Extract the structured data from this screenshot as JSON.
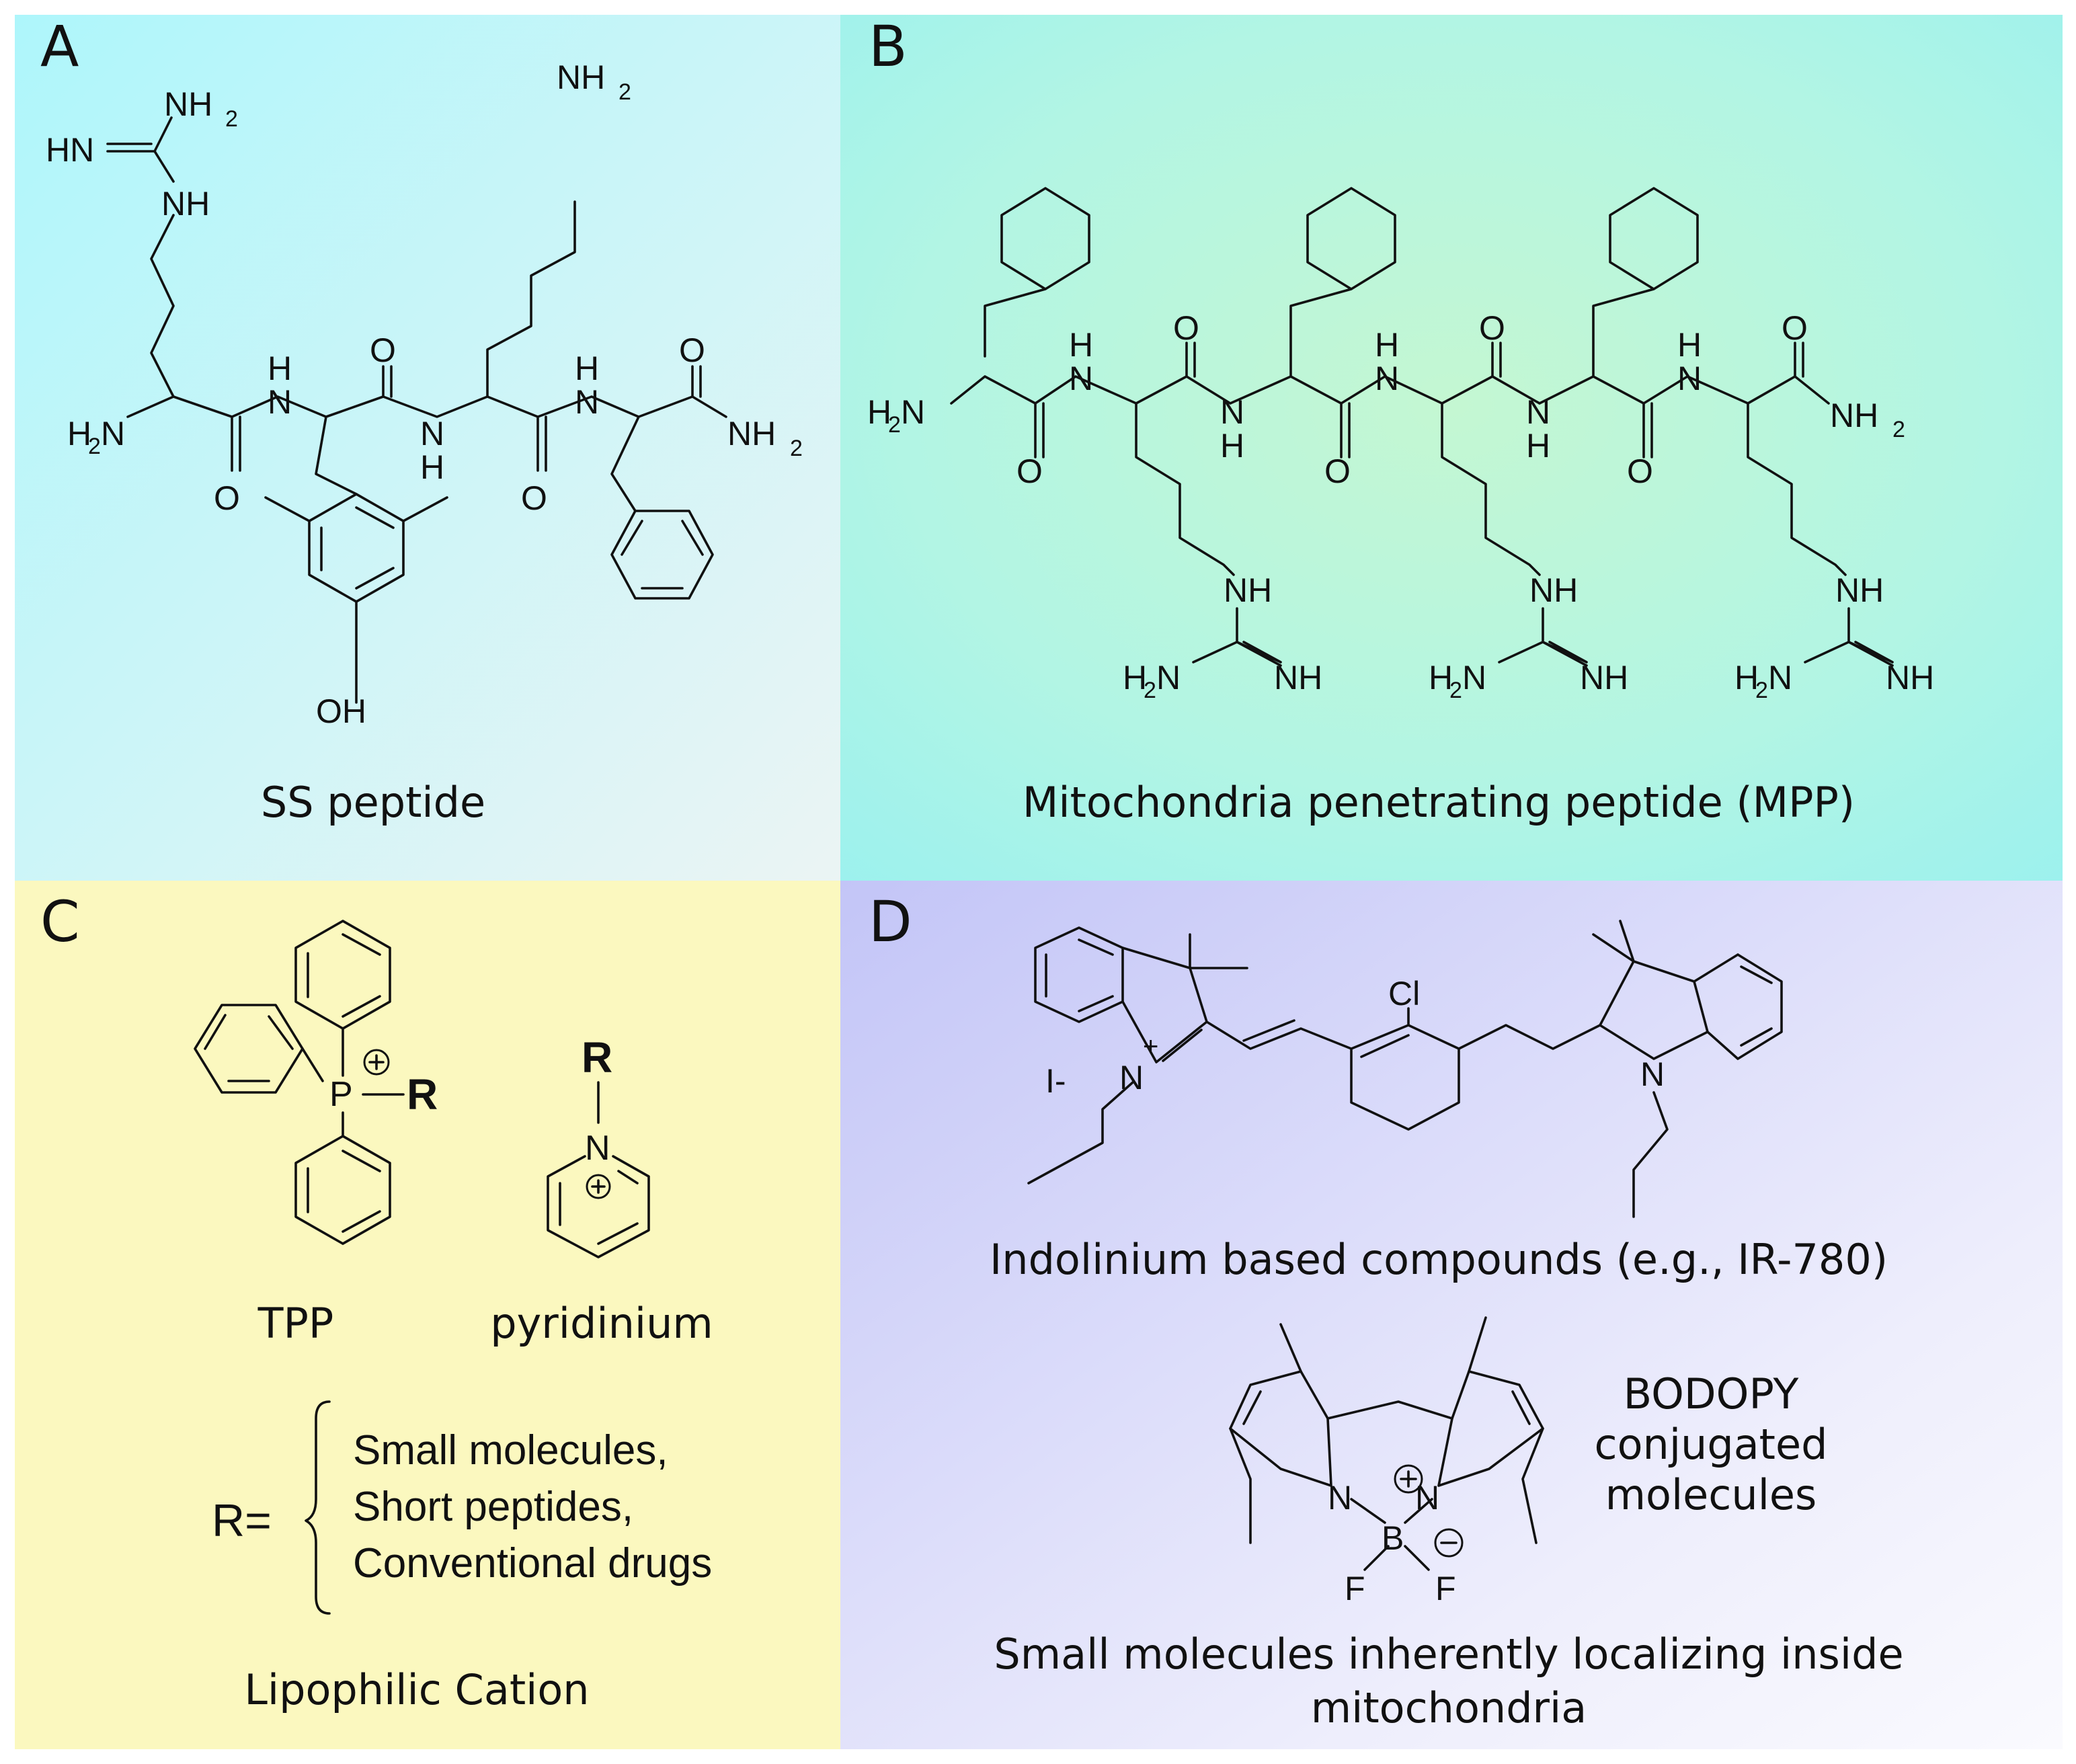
{
  "panels": {
    "a": {
      "letter": "A",
      "caption": "SS peptide",
      "atoms": {
        "nh2": "NH",
        "hn": "HN",
        "nh": "NH",
        "h2n": "H N",
        "n": "N",
        "h": "H",
        "o": "O",
        "oh": "OH",
        "sub2": "2"
      }
    },
    "b": {
      "letter": "B",
      "caption": "Mitochondria penetrating peptide (MPP)",
      "atoms": {
        "h2n": "H N",
        "nh2": "NH",
        "n": "N",
        "h": "H",
        "o": "O",
        "nh": "NH",
        "sub2": "2"
      }
    },
    "c": {
      "letter": "C",
      "caption": "Lipophilic Cation",
      "tpp_label": "TPP",
      "pyridinium_label": "pyridinium",
      "atoms": {
        "p": "P",
        "n": "N",
        "r": "R",
        "plus": "+"
      },
      "r_def": {
        "prefix": "R=",
        "items": [
          "Small molecules,",
          "Short peptides,",
          "Conventional drugs"
        ]
      }
    },
    "d": {
      "letter": "D",
      "indolinium_caption": "Indolinium based compounds (e.g., IR-780)",
      "bodipy_label": [
        "BODOPY",
        "conjugated",
        "molecules"
      ],
      "bottom_caption": [
        "Small molecules inherently localizing inside",
        "mitochondria"
      ],
      "atoms": {
        "cl": "Cl",
        "iodide": "I-",
        "n": "N",
        "b": "B",
        "f": "F",
        "plus": "+",
        "minus": "−"
      }
    }
  },
  "colors": {
    "panel_a": [
      "#aff7fb",
      "#e8f4f4"
    ],
    "panel_b": [
      "#9ff4ec",
      "#d6f7e0"
    ],
    "panel_c": "#fbf8bf",
    "panel_d": [
      "#c7c9f8",
      "#f7f7fd"
    ]
  }
}
